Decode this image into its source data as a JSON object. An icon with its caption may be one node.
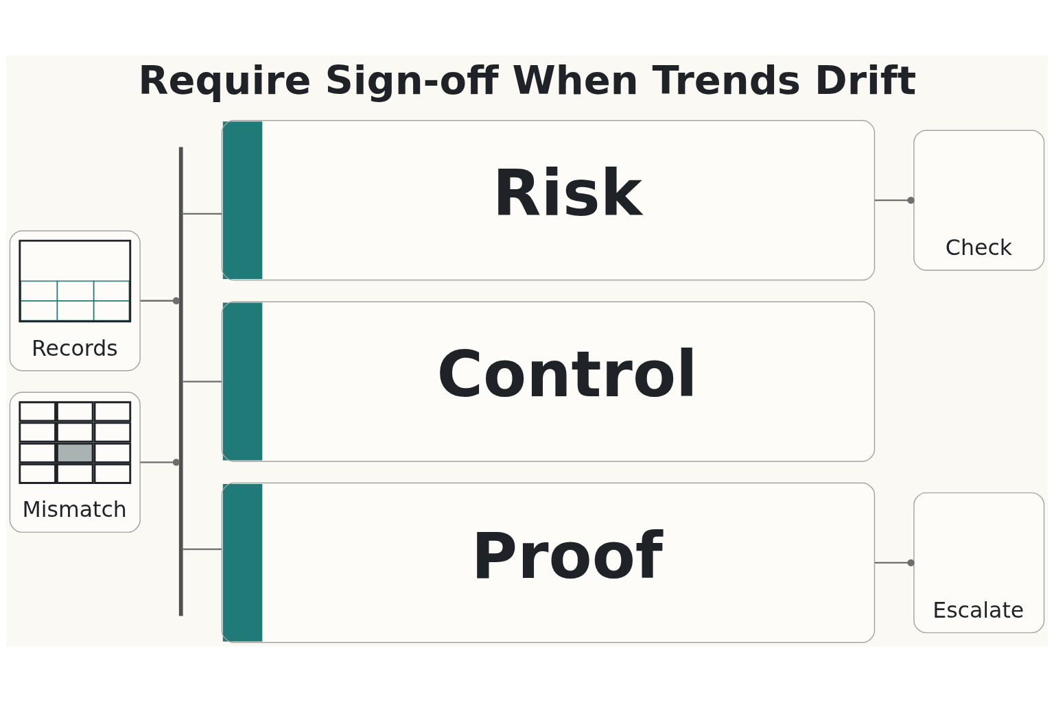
{
  "diagram": {
    "title": "Require Sign-off When Trends Drift",
    "nodes": [
      {
        "text": [
          "Records"
        ]
      },
      {
        "text": [
          "Mismatch"
        ]
      },
      {
        "text": [],
        "shape": "bar"
      },
      {
        "text": [
          "Risk"
        ]
      },
      {
        "text": [
          "Control"
        ]
      },
      {
        "text": [
          "Proof"
        ]
      },
      {
        "text": [
          "Check"
        ]
      },
      {
        "text": [
          "Escalate"
        ]
      }
    ],
    "edges": [
      {
        "from": 0,
        "to": 2,
        "arrow": "other"
      },
      {
        "from": 1,
        "to": 2,
        "arrow": "other"
      },
      {
        "from": 2,
        "to": 3,
        "arrow": "none"
      },
      {
        "from": 2,
        "to": 4,
        "arrow": "none"
      },
      {
        "from": 2,
        "to": 5,
        "arrow": "none"
      },
      {
        "from": 3,
        "to": 6,
        "arrow": "other"
      },
      {
        "from": 5,
        "to": 7,
        "arrow": "other"
      }
    ]
  }
}
